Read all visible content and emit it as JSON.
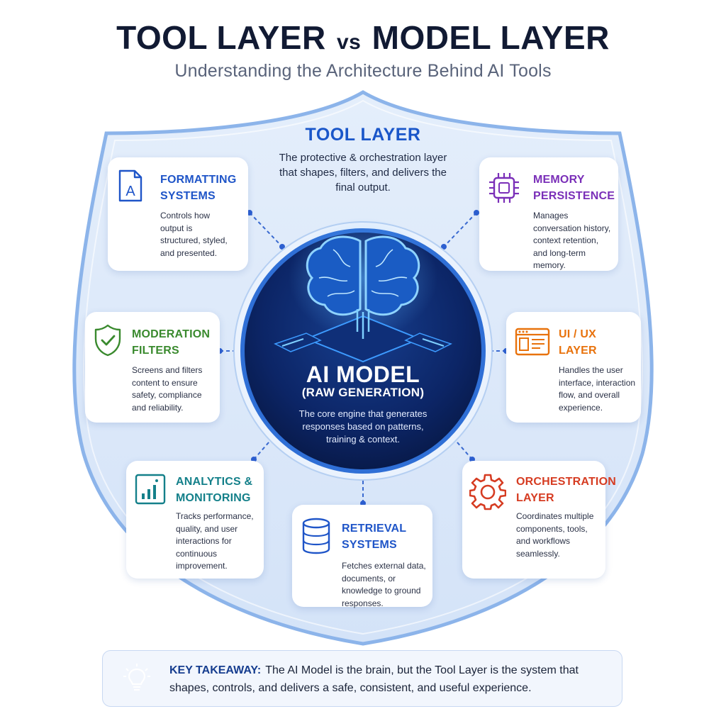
{
  "header": {
    "title_part1": "TOOL LAYER",
    "title_vs": "vs",
    "title_part2": "MODEL LAYER",
    "subtitle": "Understanding the Architecture Behind AI Tools"
  },
  "tool_layer": {
    "title": "TOOL LAYER",
    "description": "The protective & orchestration layer that shapes, filters, and delivers the final output."
  },
  "model": {
    "title": "AI MODEL",
    "subtitle": "(RAW GENERATION)",
    "description": "The core engine that generates responses based on patterns, training & context."
  },
  "components": [
    {
      "title_line1": "FORMATTING",
      "title_line2": "SYSTEMS",
      "description": "Controls how output is structured, styled, and presented.",
      "icon": "document-a-icon",
      "color": "#1f55c8"
    },
    {
      "title_line1": "MEMORY",
      "title_line2": "PERSISTENCE",
      "description": "Manages conversation history, context retention, and long-term memory.",
      "icon": "chip-icon",
      "color": "#7a2fb8"
    },
    {
      "title_line1": "MODERATION",
      "title_line2": "FILTERS",
      "description": "Screens and filters content to ensure safety, compliance and reliability.",
      "icon": "shield-check-icon",
      "color": "#3a8a2e"
    },
    {
      "title_line1": "UI / UX",
      "title_line2": "LAYER",
      "description": "Handles the user interface, interaction flow, and overall experience.",
      "icon": "browser-window-icon",
      "color": "#e8720c"
    },
    {
      "title_line1": "ANALYTICS &",
      "title_line2": "MONITORING",
      "description": "Tracks performance, quality, and user interactions for continuous improvement.",
      "icon": "bar-chart-icon",
      "color": "#14808a"
    },
    {
      "title_line1": "RETRIEVAL",
      "title_line2": "SYSTEMS",
      "description": "Fetches external data, documents, or knowledge to ground responses.",
      "icon": "database-icon",
      "color": "#1f55c8"
    },
    {
      "title_line1": "ORCHESTRATION",
      "title_line2": "LAYER",
      "description": "Coordinates multiple components, tools, and workflows seamlessly.",
      "icon": "gear-icon",
      "color": "#d63c22"
    }
  ],
  "takeaway": {
    "label": "KEY TAKEAWAY:",
    "text": "The AI Model is the brain, but the Tool Layer is the system that shapes, controls, and delivers a safe, consistent, and useful experience.",
    "icon": "lightbulb-icon"
  }
}
